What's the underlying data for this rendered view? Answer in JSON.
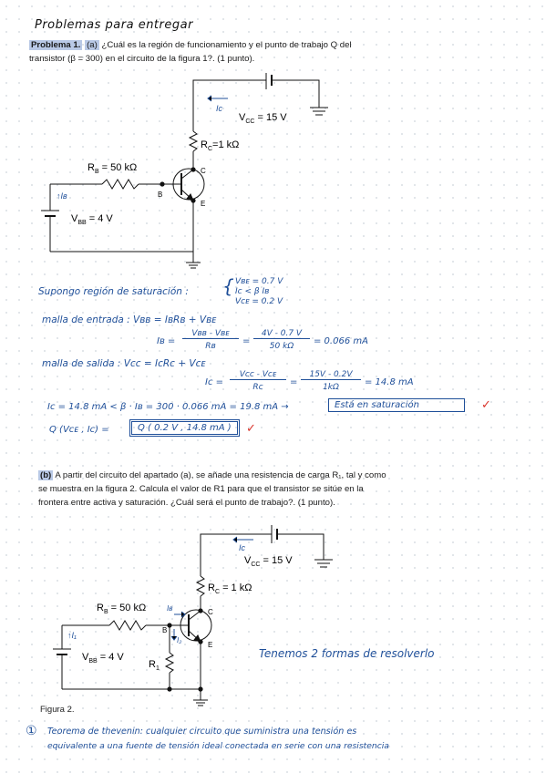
{
  "title_handwritten": "Problemas para entregar",
  "problem1": {
    "label": "Problema 1.",
    "part": "(a)",
    "text_line1": "¿Cuál es la región de funcionamiento y el punto de trabajo Q del",
    "text_line2": "transistor (β = 300) en el circuito de la figura 1?. (1 punto)."
  },
  "circuit1": {
    "ic_label": "Iᴄ",
    "vcc": "V",
    "vcc_sub": "CC",
    "vcc_val": " = 15 V",
    "rc": "R",
    "rc_sub": "C",
    "rc_val": "=1 kΩ",
    "rb": "R",
    "rb_sub": "B",
    "rb_val": " = 50 kΩ",
    "ib_label": "↑Iʙ",
    "vbb": "V",
    "vbb_sub": "BB",
    "vbb_val": " = 4 V",
    "node_c": "C",
    "node_b": "B",
    "node_e": "E"
  },
  "solution_a": {
    "assume": "Supongo región de saturación :",
    "cond1": "Vʙᴇ = 0.7 V",
    "cond2": "Iᴄ < β Iʙ",
    "cond3": "Vᴄᴇ = 0.2 V",
    "malla_in": "malla de entrada : Vʙʙ = IʙRʙ + Vʙᴇ",
    "ib_eq_lhs": "Iʙ =",
    "ib_frac1_num": "Vʙʙ - Vʙᴇ",
    "ib_frac1_den": "Rʙ",
    "ib_frac2_num": "4V - 0.7 V",
    "ib_frac2_den": "50 kΩ",
    "ib_result": "= 0.066 mA",
    "malla_out": "malla de salida : Vᴄᴄ = IᴄRᴄ + Vᴄᴇ",
    "ic_eq_lhs": "Iᴄ =",
    "ic_frac1_num": "Vᴄᴄ - Vᴄᴇ",
    "ic_frac1_den": "Rᴄ",
    "ic_frac2_num": "15V - 0.2V",
    "ic_frac2_den": "1kΩ",
    "ic_result": "= 14.8 mA",
    "compare": "Iᴄ = 14.8 mA < β · Iʙ = 300 · 0.066 mA = 19.8 mA →",
    "conclusion": "Está en saturación",
    "q_lhs": "Q (Vᴄᴇ , Iᴄ) =",
    "q_value": "Q ( 0.2 V , 14.8 mA )",
    "check": "✓"
  },
  "problem1b": {
    "part": "(b)",
    "line1": "A partir del circuito del apartado (a), se añade una resistencia de carga R₁, tal y como",
    "line2": "se muestra en la figura 2. Calcula el valor de R1 para que el transistor se sitúe en la",
    "line3": "frontera entre activa y saturación. ¿Cuál será el punto de trabajo?. (1 punto)."
  },
  "circuit2": {
    "ic_label": "Iᴄ",
    "vcc": "V",
    "vcc_sub": "CC",
    "vcc_val": " = 15 V",
    "rc": "R",
    "rc_sub": "C",
    "rc_val": " = 1 kΩ",
    "rb": "R",
    "rb_sub": "B",
    "rb_val": " = 50 kΩ",
    "ib_label": "↑I₁",
    "ib2_label": "Iʙ",
    "i2_label": "I₂",
    "vbb": "V",
    "vbb_sub": "BB",
    "vbb_val": " = 4 V",
    "r1": "R",
    "r1_sub": "1",
    "node_c": "C",
    "node_b": "B",
    "node_e": "E",
    "note": "Tenemos 2 formas de resolverlo"
  },
  "figure_caption": "Figura 2.",
  "thevenin": {
    "number": "①",
    "line1": "Teorema de thevenin: cualquier circuito que suministra una tensión es",
    "line2": "equivalente a una fuente de tensión ideal conectada en serie con una resistencia"
  }
}
